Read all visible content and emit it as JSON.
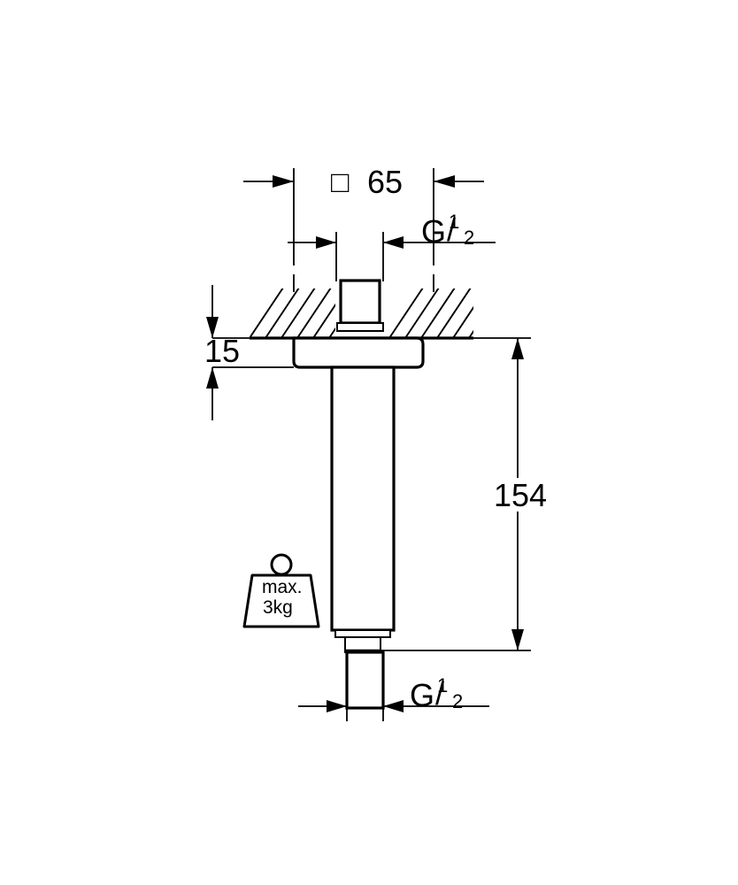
{
  "drawing": {
    "title": "Shower arm ceiling mount technical dimension drawing",
    "product": "square ceiling shower arm",
    "view": "front section view",
    "units": "mm",
    "background_color": "#ffffff",
    "line_color": "#000000"
  },
  "dimensions": {
    "flange_width": {
      "label": "65",
      "symbol": "□",
      "full_text": "□ 65",
      "name": "square-flange-width",
      "units": "mm",
      "orientation": "horizontal"
    },
    "flange_thickness": {
      "label": "15",
      "name": "flange-thickness",
      "units": "mm",
      "orientation": "vertical"
    },
    "overall_length": {
      "label": "154",
      "name": "overall-projection-length",
      "units": "mm",
      "orientation": "vertical"
    }
  },
  "threads": {
    "inlet": {
      "letter": "G",
      "numerator": "1",
      "slash": "/",
      "denominator": "2",
      "full_text": "G 1/2",
      "position": "top",
      "name": "inlet-thread-size"
    },
    "outlet": {
      "letter": "G",
      "numerator": "1",
      "slash": "/",
      "denominator": "2",
      "full_text": "G 1/2",
      "position": "bottom",
      "name": "outlet-thread-size"
    }
  },
  "load_symbol": {
    "line1": "max.",
    "line2": "3kg",
    "full_text": "max. 3kg",
    "icon": "weight-icon",
    "meaning": "maximum supported load"
  },
  "ceiling": {
    "hatch_style": "diagonal-45",
    "name": "ceiling-section-hatch"
  }
}
